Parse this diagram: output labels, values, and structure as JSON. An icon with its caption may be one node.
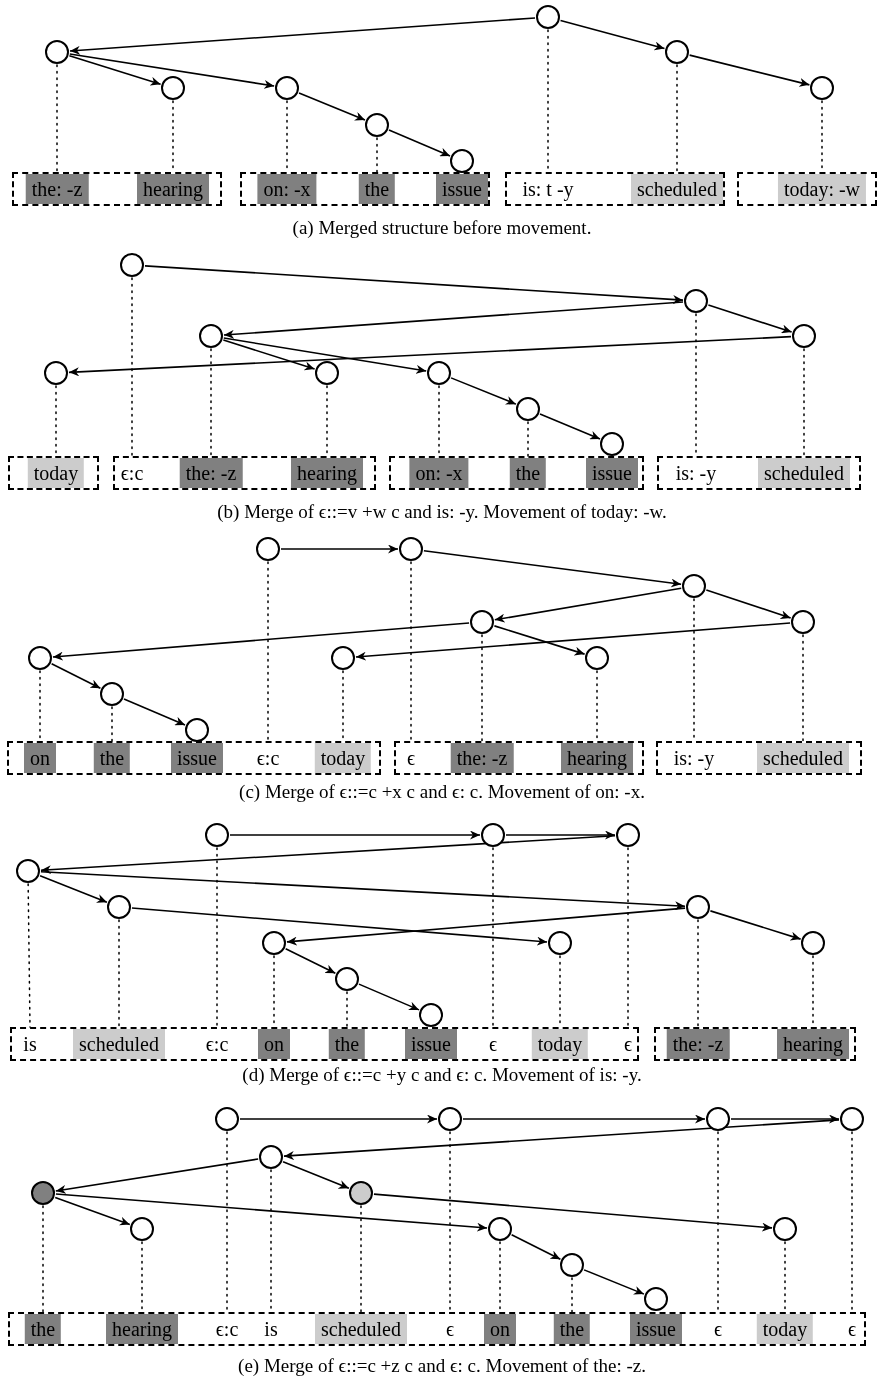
{
  "diagram": {
    "nodes": [
      {
        "text": [],
        "shape": "circle"
      },
      {
        "text": [],
        "shape": "circle"
      },
      {
        "text": [],
        "shape": "circle"
      },
      {
        "text": [],
        "shape": "circle"
      },
      {
        "text": [],
        "shape": "circle"
      },
      {
        "text": [],
        "shape": "circle"
      },
      {
        "text": [],
        "shape": "circle"
      },
      {
        "text": [],
        "shape": "circle"
      },
      {
        "text": [],
        "shape": "box"
      },
      {
        "text": [
          "the: -z"
        ],
        "in": 8
      },
      {
        "text": [
          "hearing"
        ],
        "in": 8
      },
      {
        "text": [],
        "shape": "box"
      },
      {
        "text": [
          "on: -x"
        ],
        "in": 11
      },
      {
        "text": [
          "the"
        ],
        "in": 11
      },
      {
        "text": [
          "issue"
        ],
        "in": 11
      },
      {
        "text": [],
        "shape": "box"
      },
      {
        "text": [
          "is: t -y"
        ],
        "in": 15
      },
      {
        "text": [
          "scheduled"
        ],
        "in": 15
      },
      {
        "text": [],
        "shape": "box"
      },
      {
        "text": [
          "today: -w"
        ],
        "in": 18
      },
      {
        "text": [],
        "shape": "circle"
      },
      {
        "text": [],
        "shape": "circle"
      },
      {
        "text": [],
        "shape": "circle"
      },
      {
        "text": [],
        "shape": "circle"
      },
      {
        "text": [],
        "shape": "circle"
      },
      {
        "text": [],
        "shape": "circle"
      },
      {
        "text": [],
        "shape": "circle"
      },
      {
        "text": [],
        "shape": "circle"
      },
      {
        "text": [],
        "shape": "circle"
      },
      {
        "text": [],
        "shape": "box"
      },
      {
        "text": [
          "today"
        ],
        "in": 29
      },
      {
        "text": [],
        "shape": "box"
      },
      {
        "text": [
          "ϵ:c"
        ],
        "in": 31
      },
      {
        "text": [
          "the: -z"
        ],
        "in": 31
      },
      {
        "text": [
          "hearing"
        ],
        "in": 31
      },
      {
        "text": [],
        "shape": "box"
      },
      {
        "text": [
          "on: -x"
        ],
        "in": 35
      },
      {
        "text": [
          "the"
        ],
        "in": 35
      },
      {
        "text": [
          "issue"
        ],
        "in": 35
      },
      {
        "text": [],
        "shape": "box"
      },
      {
        "text": [
          "is: -y"
        ],
        "in": 39
      },
      {
        "text": [
          "scheduled"
        ],
        "in": 39
      },
      {
        "text": [],
        "shape": "circle"
      },
      {
        "text": [],
        "shape": "circle"
      },
      {
        "text": [],
        "shape": "circle"
      },
      {
        "text": [],
        "shape": "circle"
      },
      {
        "text": [],
        "shape": "circle"
      },
      {
        "text": [],
        "shape": "circle"
      },
      {
        "text": [],
        "shape": "circle"
      },
      {
        "text": [],
        "shape": "circle"
      },
      {
        "text": [],
        "shape": "circle"
      },
      {
        "text": [],
        "shape": "circle"
      },
      {
        "text": [],
        "shape": "box"
      },
      {
        "text": [
          "on"
        ],
        "in": 52
      },
      {
        "text": [
          "the"
        ],
        "in": 52
      },
      {
        "text": [
          "issue"
        ],
        "in": 52
      },
      {
        "text": [
          "ϵ:c"
        ],
        "in": 52
      },
      {
        "text": [
          "today"
        ],
        "in": 52
      },
      {
        "text": [],
        "shape": "box"
      },
      {
        "text": [
          "ϵ"
        ],
        "in": 58
      },
      {
        "text": [
          "the: -z"
        ],
        "in": 58
      },
      {
        "text": [
          "hearing"
        ],
        "in": 58
      },
      {
        "text": [],
        "shape": "box"
      },
      {
        "text": [
          "is: -y"
        ],
        "in": 62
      },
      {
        "text": [
          "scheduled"
        ],
        "in": 62
      },
      {
        "text": [],
        "shape": "circle"
      },
      {
        "text": [],
        "shape": "circle"
      },
      {
        "text": [],
        "shape": "circle"
      },
      {
        "text": [],
        "shape": "circle"
      },
      {
        "text": [],
        "shape": "circle"
      },
      {
        "text": [],
        "shape": "circle"
      },
      {
        "text": [],
        "shape": "circle"
      },
      {
        "text": [],
        "shape": "circle"
      },
      {
        "text": [],
        "shape": "circle"
      },
      {
        "text": [],
        "shape": "circle"
      },
      {
        "text": [],
        "shape": "circle"
      },
      {
        "text": [],
        "shape": "box"
      },
      {
        "text": [
          "is"
        ],
        "in": 76
      },
      {
        "text": [
          "scheduled"
        ],
        "in": 76
      },
      {
        "text": [
          "ϵ:c"
        ],
        "in": 76
      },
      {
        "text": [
          "on"
        ],
        "in": 76
      },
      {
        "text": [
          "the"
        ],
        "in": 76
      },
      {
        "text": [
          "issue"
        ],
        "in": 76
      },
      {
        "text": [
          "ϵ"
        ],
        "in": 76
      },
      {
        "text": [
          "today"
        ],
        "in": 76
      },
      {
        "text": [
          "ϵ"
        ],
        "in": 76
      },
      {
        "text": [],
        "shape": "box"
      },
      {
        "text": [
          "the: -z"
        ],
        "in": 86
      },
      {
        "text": [
          "hearing"
        ],
        "in": 86
      },
      {
        "text": [],
        "shape": "circle"
      },
      {
        "text": [],
        "shape": "circle"
      },
      {
        "text": [],
        "shape": "circle"
      },
      {
        "text": [],
        "shape": "circle"
      },
      {
        "text": [],
        "shape": "circle"
      },
      {
        "text": [],
        "shape": "circle"
      },
      {
        "text": [],
        "shape": "circle"
      },
      {
        "text": [],
        "shape": "circle"
      },
      {
        "text": [],
        "shape": "circle"
      },
      {
        "text": [],
        "shape": "circle"
      },
      {
        "text": [],
        "shape": "circle"
      },
      {
        "text": [],
        "shape": "circle"
      },
      {
        "text": [],
        "shape": "box"
      },
      {
        "text": [
          "the"
        ],
        "in": 101
      },
      {
        "text": [
          "hearing"
        ],
        "in": 101
      },
      {
        "text": [
          "ϵ:c"
        ],
        "in": 101
      },
      {
        "text": [
          "is"
        ],
        "in": 101
      },
      {
        "text": [
          "scheduled"
        ],
        "in": 101
      },
      {
        "text": [
          "ϵ"
        ],
        "in": 101
      },
      {
        "text": [
          "on"
        ],
        "in": 101
      },
      {
        "text": [
          "the"
        ],
        "in": 101
      },
      {
        "text": [
          "issue"
        ],
        "in": 101
      },
      {
        "text": [
          "ϵ"
        ],
        "in": 101
      },
      {
        "text": [
          "today"
        ],
        "in": 101
      },
      {
        "text": [
          "ϵ"
        ],
        "in": 101
      }
    ],
    "edges": [
      {
        "from": 0,
        "to": 1,
        "arrow": "to"
      },
      {
        "from": 0,
        "to": 2,
        "arrow": "to"
      },
      {
        "from": 1,
        "to": 3,
        "arrow": "to"
      },
      {
        "from": 1,
        "to": 4,
        "arrow": "to"
      },
      {
        "from": 4,
        "to": 6,
        "arrow": "to"
      },
      {
        "from": 6,
        "to": 7,
        "arrow": "to"
      },
      {
        "from": 2,
        "to": 5,
        "arrow": "to"
      },
      {
        "from": 1,
        "to": 9,
        "arrow": "none",
        "style": "dashed"
      },
      {
        "from": 3,
        "to": 10,
        "arrow": "none",
        "style": "dashed"
      },
      {
        "from": 4,
        "to": 12,
        "arrow": "none",
        "style": "dashed"
      },
      {
        "from": 6,
        "to": 13,
        "arrow": "none",
        "style": "dashed"
      },
      {
        "from": 0,
        "to": 16,
        "arrow": "none",
        "style": "dashed"
      },
      {
        "from": 2,
        "to": 17,
        "arrow": "none",
        "style": "dashed"
      },
      {
        "from": 5,
        "to": 19,
        "arrow": "none",
        "style": "dashed"
      },
      {
        "from": 20,
        "to": 21,
        "arrow": "to"
      },
      {
        "from": 21,
        "to": 22,
        "arrow": "to"
      },
      {
        "from": 21,
        "to": 23,
        "arrow": "to"
      },
      {
        "from": 23,
        "to": 24,
        "arrow": "to"
      },
      {
        "from": 22,
        "to": 25,
        "arrow": "to"
      },
      {
        "from": 22,
        "to": 26,
        "arrow": "to"
      },
      {
        "from": 26,
        "to": 27,
        "arrow": "to"
      },
      {
        "from": 27,
        "to": 28,
        "arrow": "to"
      },
      {
        "from": 20,
        "to": 32,
        "arrow": "none",
        "style": "dashed"
      },
      {
        "from": 21,
        "to": 40,
        "arrow": "none",
        "style": "dashed"
      },
      {
        "from": 22,
        "to": 33,
        "arrow": "none",
        "style": "dashed"
      },
      {
        "from": 23,
        "to": 41,
        "arrow": "none",
        "style": "dashed"
      },
      {
        "from": 24,
        "to": 30,
        "arrow": "none",
        "style": "dashed"
      },
      {
        "from": 25,
        "to": 34,
        "arrow": "none",
        "style": "dashed"
      },
      {
        "from": 26,
        "to": 36,
        "arrow": "none",
        "style": "dashed"
      },
      {
        "from": 27,
        "to": 37,
        "arrow": "none",
        "style": "dashed"
      },
      {
        "from": 42,
        "to": 43,
        "arrow": "to"
      },
      {
        "from": 43,
        "to": 44,
        "arrow": "to"
      },
      {
        "from": 44,
        "to": 45,
        "arrow": "to"
      },
      {
        "from": 44,
        "to": 46,
        "arrow": "to"
      },
      {
        "from": 45,
        "to": 47,
        "arrow": "to"
      },
      {
        "from": 46,
        "to": 48,
        "arrow": "to"
      },
      {
        "from": 45,
        "to": 49,
        "arrow": "to"
      },
      {
        "from": 47,
        "to": 50,
        "arrow": "to"
      },
      {
        "from": 50,
        "to": 51,
        "arrow": "to"
      },
      {
        "from": 42,
        "to": 56,
        "arrow": "none",
        "style": "dashed"
      },
      {
        "from": 43,
        "to": 59,
        "arrow": "none",
        "style": "dashed"
      },
      {
        "from": 44,
        "to": 63,
        "arrow": "none",
        "style": "dashed"
      },
      {
        "from": 45,
        "to": 60,
        "arrow": "none",
        "style": "dashed"
      },
      {
        "from": 46,
        "to": 64,
        "arrow": "none",
        "style": "dashed"
      },
      {
        "from": 47,
        "to": 53,
        "arrow": "none",
        "style": "dashed"
      },
      {
        "from": 48,
        "to": 57,
        "arrow": "none",
        "style": "dashed"
      },
      {
        "from": 49,
        "to": 61,
        "arrow": "none",
        "style": "dashed"
      },
      {
        "from": 50,
        "to": 54,
        "arrow": "none",
        "style": "dashed"
      },
      {
        "from": 65,
        "to": 66,
        "arrow": "to"
      },
      {
        "from": 66,
        "to": 67,
        "arrow": "to"
      },
      {
        "from": 67,
        "to": 68,
        "arrow": "to"
      },
      {
        "from": 68,
        "to": 69,
        "arrow": "to"
      },
      {
        "from": 68,
        "to": 70,
        "arrow": "to"
      },
      {
        "from": 69,
        "to": 72,
        "arrow": "to"
      },
      {
        "from": 70,
        "to": 71,
        "arrow": "to"
      },
      {
        "from": 70,
        "to": 73,
        "arrow": "to"
      },
      {
        "from": 71,
        "to": 74,
        "arrow": "to"
      },
      {
        "from": 74,
        "to": 75,
        "arrow": "to"
      },
      {
        "from": 65,
        "to": 79,
        "arrow": "none",
        "style": "dashed"
      },
      {
        "from": 66,
        "to": 83,
        "arrow": "none",
        "style": "dashed"
      },
      {
        "from": 67,
        "to": 85,
        "arrow": "none",
        "style": "dashed"
      },
      {
        "from": 68,
        "to": 77,
        "arrow": "none",
        "style": "dashed"
      },
      {
        "from": 69,
        "to": 78,
        "arrow": "none",
        "style": "dashed"
      },
      {
        "from": 70,
        "to": 87,
        "arrow": "none",
        "style": "dashed"
      },
      {
        "from": 71,
        "to": 80,
        "arrow": "none",
        "style": "dashed"
      },
      {
        "from": 72,
        "to": 84,
        "arrow": "none",
        "style": "dashed"
      },
      {
        "from": 73,
        "to": 88,
        "arrow": "none",
        "style": "dashed"
      },
      {
        "from": 74,
        "to": 81,
        "arrow": "none",
        "style": "dashed"
      },
      {
        "from": 89,
        "to": 90,
        "arrow": "to"
      },
      {
        "from": 90,
        "to": 91,
        "arrow": "to"
      },
      {
        "from": 91,
        "to": 92,
        "arrow": "to"
      },
      {
        "from": 92,
        "to": 93,
        "arrow": "to"
      },
      {
        "from": 93,
        "to": 94,
        "arrow": "to"
      },
      {
        "from": 93,
        "to": 95,
        "arrow": "to"
      },
      {
        "from": 94,
        "to": 96,
        "arrow": "to"
      },
      {
        "from": 94,
        "to": 97,
        "arrow": "to"
      },
      {
        "from": 95,
        "to": 98,
        "arrow": "to"
      },
      {
        "from": 97,
        "to": 99,
        "arrow": "to"
      },
      {
        "from": 99,
        "to": 100,
        "arrow": "to"
      },
      {
        "from": 89,
        "to": 104,
        "arrow": "none",
        "style": "dashed"
      },
      {
        "from": 90,
        "to": 107,
        "arrow": "none",
        "style": "dashed"
      },
      {
        "from": 91,
        "to": 111,
        "arrow": "none",
        "style": "dashed"
      },
      {
        "from": 92,
        "to": 113,
        "arrow": "none",
        "style": "dashed"
      },
      {
        "from": 93,
        "to": 105,
        "arrow": "none",
        "style": "dashed"
      },
      {
        "from": 94,
        "to": 102,
        "arrow": "none",
        "style": "dashed"
      },
      {
        "from": 95,
        "to": 106,
        "arrow": "none",
        "style": "dashed"
      },
      {
        "from": 96,
        "to": 103,
        "arrow": "none",
        "style": "dashed"
      },
      {
        "from": 97,
        "to": 108,
        "arrow": "none",
        "style": "dashed"
      },
      {
        "from": 98,
        "to": 112,
        "arrow": "none",
        "style": "dashed"
      },
      {
        "from": 99,
        "to": 109,
        "arrow": "none",
        "style": "dashed"
      }
    ],
    "labels": [
      "(a) Merged structure before movement.",
      "(b) Merge of ϵ::=v +w c and is: -y. Movement of today: -w.",
      "(c) Merge of ϵ::=c +x c and ϵ: c. Movement of on: -x.",
      "(d) Merge of ϵ::=c +y c and ϵ: c. Movement of is: -y.",
      "(e) Merge of ϵ::=c +z c and ϵ: c. Movement of the: -z."
    ]
  }
}
